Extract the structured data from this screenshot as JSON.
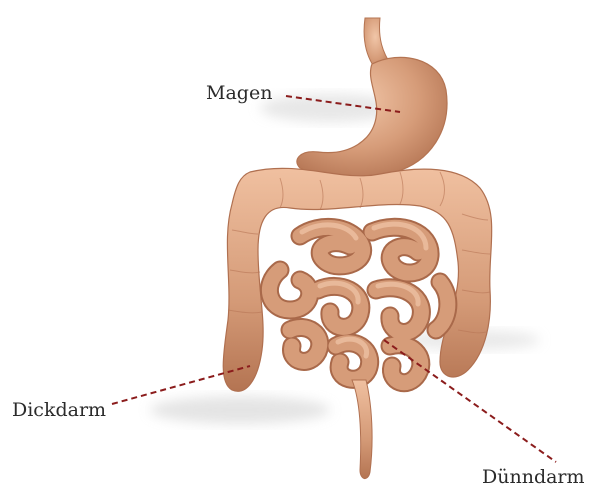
{
  "labels": {
    "stomach": "Magen",
    "large_intestine": "Dickdarm",
    "small_intestine": "Dünndarm"
  },
  "colors": {
    "organ": "#d9a07e",
    "organ_dark": "#b97856",
    "organ_light": "#f0c2a2",
    "leader_line": "#8b1c1c",
    "shadow": "#d8d8d8"
  }
}
